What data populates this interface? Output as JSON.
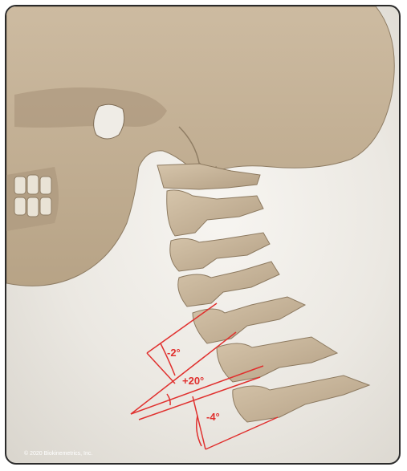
{
  "image": {
    "subject": "skull-and-cervical-spine-lateral-view",
    "angle_color": "#e0302e",
    "bone_color": "#c8b49a"
  },
  "annotations": {
    "angle_1": "-2°",
    "angle_2": "+20°",
    "angle_3": "-4°"
  },
  "footer": {
    "copyright": "© 2020 Biokinemetrics, Inc."
  }
}
